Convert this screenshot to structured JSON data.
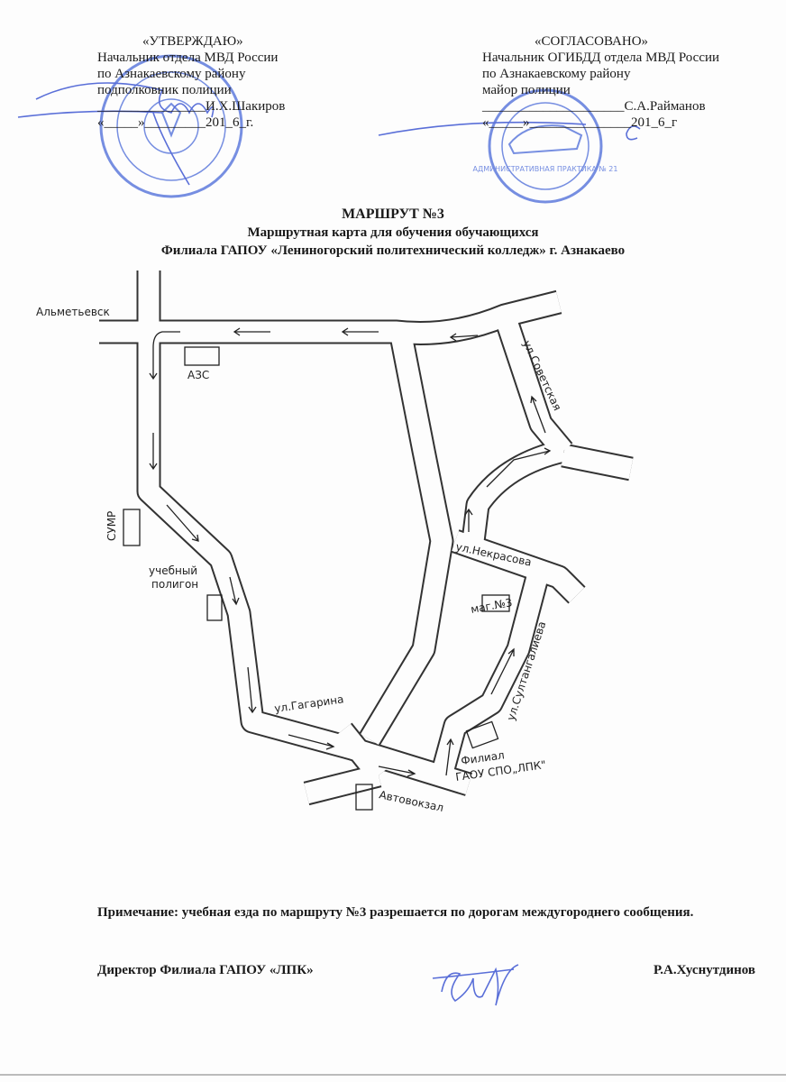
{
  "approve": {
    "heading": "«УТВЕРЖДАЮ»",
    "lines": [
      "Начальник отдела МВД России",
      "по Азнакаевскому району",
      "подполковник полиции"
    ],
    "signer": "________________И.Х.Шакиров",
    "date": "«_____»_________201_6_г."
  },
  "agree": {
    "heading": "«СОГЛАСОВАНО»",
    "lines": [
      "Начальник ОГИБДД отдела МВД России",
      "по Азнакаевскому району",
      "майор полиции"
    ],
    "signer": "_____________________С.А.Райманов",
    "date": "«_____»_______________201_6_г"
  },
  "stamp_right": {
    "text": "АДМИНИСТРАТИВНАЯ ПРАКТИКА № 21"
  },
  "title": {
    "line1": "МАРШРУТ №3",
    "line2": "Маршрутная карта для обучения обучающихся",
    "line3": "Филиала ГАПОУ «Лениногорский политехнический колледж» г. Азнакаево"
  },
  "map": {
    "labels": {
      "almetyevsk": "Альметьевск",
      "azs": "АЗС",
      "sovetskaya": "ул.Советская",
      "sumr": "СУМР",
      "polygon1": "учебный",
      "polygon2": "полигон",
      "nekrasova": "ул.Некрасова",
      "mag3": "маг.№3",
      "sultangalieva": "ул.Султангалиева",
      "gagarina": "ул.Гагарина",
      "avtovokzal": "Автовокзал",
      "filial1": "Филиал",
      "filial2": "ГАОУ СПО„ЛПК\""
    }
  },
  "note": "Примечание: учебная езда по маршруту №3 разрешается по дорогам междугороднего сообщения.",
  "footer": {
    "position": "Директор Филиала ГАПОУ «ЛПК»",
    "name": "Р.А.Хуснутдинов"
  },
  "colors": {
    "ink": "#1a1a1a",
    "stamp": "#3a5fd0",
    "signature": "#5a6fd8"
  }
}
